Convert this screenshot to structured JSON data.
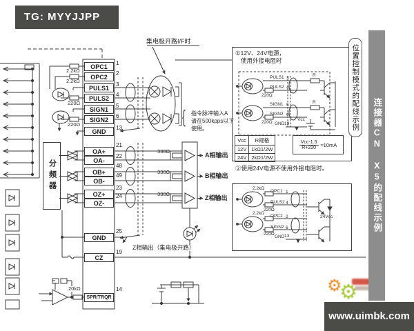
{
  "header": {
    "tag": "TG: MYYJJPP"
  },
  "footer": {
    "site": "www.uimbk.com"
  },
  "banners": {
    "dark": "连接器CN X5的配线示例",
    "light": "位置控制模式的配线示例"
  },
  "diagram": {
    "freq_divider": "分频器",
    "notes": {
      "open_collector": "集电极开路I/F时",
      "brace": "{",
      "pulse1": "指令脉冲输入A",
      "pulse2": "请在500kpps以下",
      "pulse3": "使用。",
      "z_out": "Z相输出（集电极开路）"
    },
    "resistors": {
      "r22k_1": "2.2kΩ",
      "r22k_2": "2.2kΩ",
      "r220_1": "220Ω",
      "r220_2": "220Ω",
      "r20k": "20kΩ",
      "r330_1": "330Ω",
      "r330_2": "330Ω",
      "r330_3": "330Ω"
    },
    "pins_top": [
      {
        "label": "OPC1",
        "num": "1"
      },
      {
        "label": "OPC2",
        "num": "2"
      },
      {
        "label": "PULS1",
        "num": "3"
      },
      {
        "label": "PULS2",
        "num": "4"
      },
      {
        "label": "SIGN1",
        "num": "5"
      },
      {
        "label": "SIGN2",
        "num": "6"
      },
      {
        "label": "GND",
        "num": "13"
      }
    ],
    "pins_mid": [
      {
        "label": "OA+",
        "num": "21"
      },
      {
        "label": "OA-",
        "num": "22"
      },
      {
        "label": "OB+",
        "num": "48"
      },
      {
        "label": "OB-",
        "num": "49"
      },
      {
        "label": "OZ+",
        "num": "23"
      },
      {
        "label": "OZ-",
        "num": "24"
      }
    ],
    "pins_low": [
      {
        "label": "GND",
        "num": "25"
      },
      {
        "label": "CZ",
        "num": "19"
      },
      {
        "label": "SPR/TRQR",
        "num": "14"
      }
    ],
    "outputs": [
      "A相输出",
      "B相输出",
      "Z相输出"
    ]
  },
  "panel": {
    "note1a": "①12V、24V电源，",
    "note1b": "使用外接电阻时",
    "note2": "②使用24V电源不使用外接电阻时。",
    "box1": {
      "l1": "PULS1",
      "n1": "3",
      "l2": "PULS2",
      "n2": "4",
      "r220a": "220Ω",
      "l3": "SIGN1",
      "n3": "5",
      "l4": "SIGN2",
      "n4": "6",
      "r220b": "220Ω",
      "gnd": "GND",
      "ngnd": "13",
      "vcc": "Vcc",
      "ra": "R",
      "rb": "R"
    },
    "table": {
      "h1": "Vcc",
      "h2": "R规格",
      "r1c1": "12V",
      "r1c2": "1kΩ1/2W",
      "r2c1": "24V",
      "r2c2": "2kΩ1/2W"
    },
    "formula": {
      "num": "Vcc-1.5",
      "den": "R+220",
      "res": "≈10mA"
    },
    "box2": {
      "r22a": "2.2kΩ",
      "l1": "OPC1",
      "n1": "1",
      "l2": "PULS2",
      "n2": "4",
      "r220a": "220Ω",
      "r22b": "2.2kΩ",
      "l3": "OPC2",
      "n3": "2",
      "l4": "SIGN2",
      "n4": "6",
      "r220b": "220Ω",
      "gnd": "GND",
      "ngnd": "13",
      "v24": "24Vcc"
    }
  }
}
